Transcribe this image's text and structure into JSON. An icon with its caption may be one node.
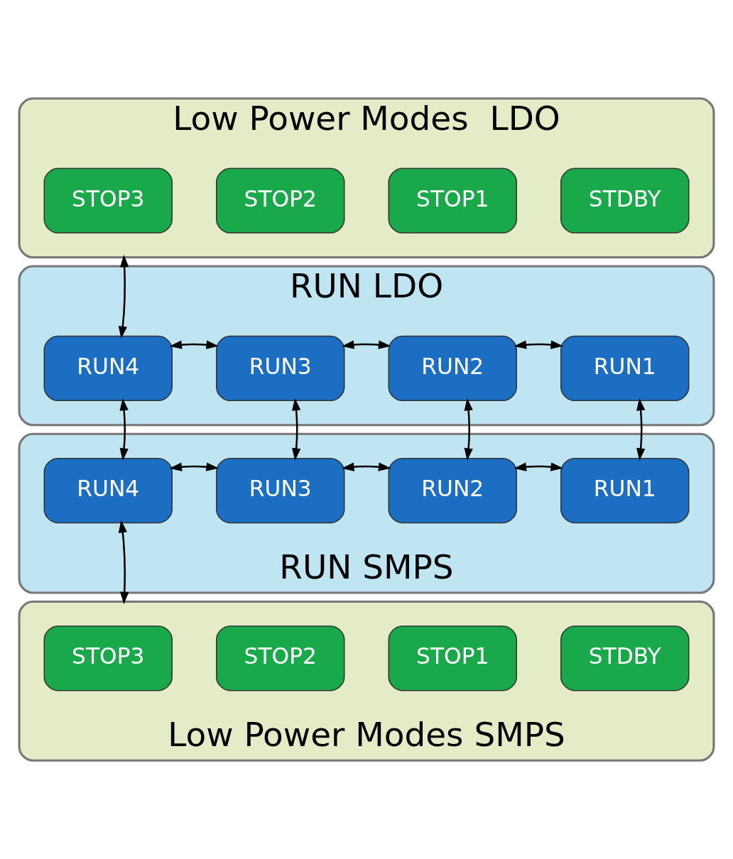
{
  "diagram": {
    "nodes": [
      {
        "text": [
          "Low Power Modes  LDO"
        ]
      },
      {
        "text": [
          "STOP3"
        ],
        "in": 0
      },
      {
        "text": [
          "STOP2"
        ],
        "in": 0
      },
      {
        "text": [
          "STOP1"
        ],
        "in": 0
      },
      {
        "text": [
          "STDBY"
        ],
        "in": 0
      },
      {
        "text": [
          "RUN LDO"
        ]
      },
      {
        "text": [
          "RUN4"
        ],
        "in": 5
      },
      {
        "text": [
          "RUN3"
        ],
        "in": 5
      },
      {
        "text": [
          "RUN2"
        ],
        "in": 5
      },
      {
        "text": [
          "RUN1"
        ],
        "in": 5
      },
      {
        "text": [
          "RUN SMPS"
        ]
      },
      {
        "text": [
          "RUN4"
        ],
        "in": 10
      },
      {
        "text": [
          "RUN3"
        ],
        "in": 10
      },
      {
        "text": [
          "RUN2"
        ],
        "in": 10
      },
      {
        "text": [
          "RUN1"
        ],
        "in": 10
      },
      {
        "text": [
          "Low Power Modes SMPS"
        ]
      },
      {
        "text": [
          "STOP3"
        ],
        "in": 15
      },
      {
        "text": [
          "STOP2"
        ],
        "in": 15
      },
      {
        "text": [
          "STOP1"
        ],
        "in": 15
      },
      {
        "text": [
          "STDBY"
        ],
        "in": 15
      }
    ],
    "edges": [
      {
        "from": 0,
        "to": 6,
        "arrow": "both"
      },
      {
        "from": 6,
        "to": 7,
        "arrow": "both"
      },
      {
        "from": 7,
        "to": 8,
        "arrow": "both"
      },
      {
        "from": 8,
        "to": 9,
        "arrow": "both"
      },
      {
        "from": 6,
        "to": 11,
        "arrow": "both"
      },
      {
        "from": 7,
        "to": 12,
        "arrow": "both"
      },
      {
        "from": 8,
        "to": 13,
        "arrow": "both"
      },
      {
        "from": 9,
        "to": 14,
        "arrow": "both"
      },
      {
        "from": 11,
        "to": 12,
        "arrow": "both"
      },
      {
        "from": 12,
        "to": 13,
        "arrow": "both"
      },
      {
        "from": 13,
        "to": 14,
        "arrow": "both"
      },
      {
        "from": 11,
        "to": 15,
        "arrow": "both"
      }
    ]
  }
}
